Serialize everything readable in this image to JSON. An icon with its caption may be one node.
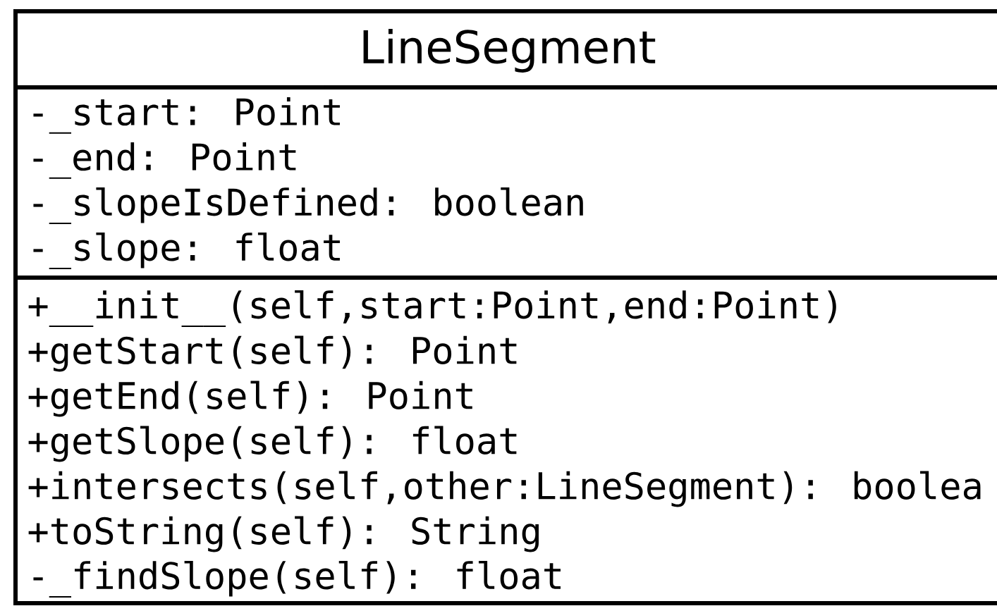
{
  "diagram": {
    "nodes": [
      {
        "text": [
          "LineSegment",
          "-_start: Point",
          "-_end: Point",
          "-_slopeIsDefined: boolean",
          "-_slope: float",
          "+__init__(self,start:Point,end:Point)",
          "+getStart(self): Point",
          "+getEnd(self): Point",
          "+getSlope(self): float",
          "+intersects(self,other:LineSegment): boolea",
          "+toString(self): String",
          "-_findSlope(self): float"
        ]
      }
    ]
  }
}
